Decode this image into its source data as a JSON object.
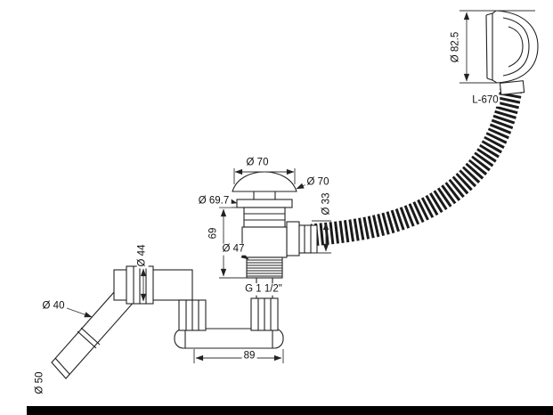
{
  "drawing": {
    "labels": {
      "overflow_cap_diameter": "Ø 82.5",
      "hose_length": "L-670",
      "plug_top_diameter": "Ø 70",
      "plug_side_diameter": "Ø 70",
      "flange_diameter": "Ø 69.7",
      "branch_diameter": "Ø 33",
      "body_height": "69",
      "thread_diameter": "Ø 47",
      "thread_size": "G 1 1/2\"",
      "elbow_nut_diameter": "Ø 44",
      "elbow_pipe_diameter": "Ø 40",
      "outlet_diameter": "Ø 50",
      "pipe_length": "89"
    },
    "colors": {
      "line": "#222222",
      "background": "#ffffff",
      "bottom_bar": "#000000"
    }
  }
}
